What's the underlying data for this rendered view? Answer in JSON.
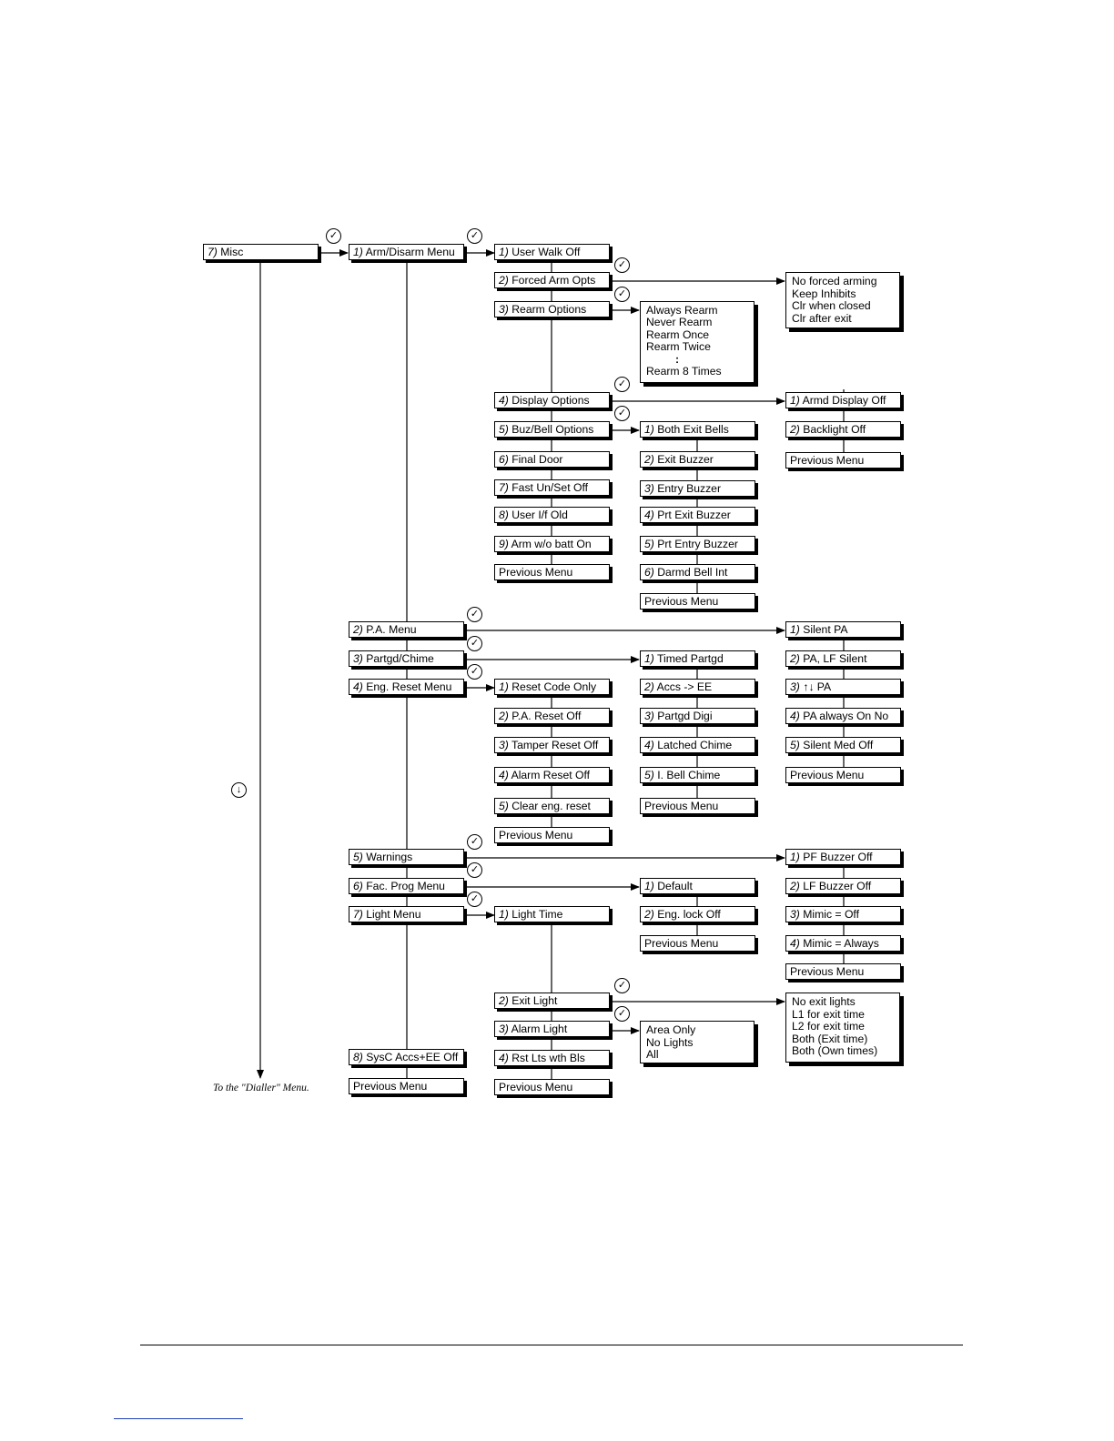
{
  "icons": {
    "check": "check-circle-icon",
    "down": "down-arrow-circle-icon",
    "check_glyph": "✓",
    "down_glyph": "↓"
  },
  "footnote": "To the \"Dialler\" Menu.",
  "boxes": [
    {
      "id": "misc",
      "n": "7)",
      "t": "Misc"
    },
    {
      "id": "arm",
      "n": "1)",
      "t": "Arm/Disarm Menu"
    },
    {
      "id": "userwalk",
      "n": "1)",
      "t": "User Walk    Off"
    },
    {
      "id": "forced",
      "n": "2)",
      "t": "Forced Arm Opts"
    },
    {
      "id": "rearm",
      "n": "3)",
      "t": "Rearm Options"
    },
    {
      "id": "display",
      "n": "4)",
      "t": "Display Options"
    },
    {
      "id": "buz",
      "n": "5)",
      "t": "Buz/Bell Options"
    },
    {
      "id": "final",
      "n": "6)",
      "t": "Final Door"
    },
    {
      "id": "fast",
      "n": "7)",
      "t": "Fast Un/Set Off"
    },
    {
      "id": "useri",
      "n": "8)",
      "t": "User I/f Old"
    },
    {
      "id": "armwo",
      "n": "9)",
      "t": "Arm w/o batt On"
    },
    {
      "id": "prev_arm",
      "n": "",
      "t": "Previous Menu"
    },
    {
      "id": "bothexit",
      "n": "1)",
      "t": "Both Exit Bells"
    },
    {
      "id": "exitbuz",
      "n": "2)",
      "t": "Exit Buzzer"
    },
    {
      "id": "entrybuz",
      "n": "3)",
      "t": "Entry Buzzer"
    },
    {
      "id": "prtexit",
      "n": "4)",
      "t": "Prt Exit Buzzer"
    },
    {
      "id": "prtentry",
      "n": "5)",
      "t": "Prt Entry Buzzer"
    },
    {
      "id": "darmd",
      "n": "6)",
      "t": "Darmd Bell Int"
    },
    {
      "id": "prev_buz",
      "n": "",
      "t": "Previous Menu"
    },
    {
      "id": "armd",
      "n": "1)",
      "t": "Armd Display Off"
    },
    {
      "id": "backlight",
      "n": "2)",
      "t": "Backlight Off"
    },
    {
      "id": "prev_disp",
      "n": "",
      "t": "Previous Menu"
    },
    {
      "id": "pa",
      "n": "2)",
      "t": "P.A. Menu"
    },
    {
      "id": "partgd",
      "n": "3)",
      "t": "Partgd/Chime"
    },
    {
      "id": "eng",
      "n": "4)",
      "t": "Eng. Reset Menu"
    },
    {
      "id": "resetcode",
      "n": "1)",
      "t": "Reset Code Only"
    },
    {
      "id": "pareset",
      "n": "2)",
      "t": "P.A. Reset Off"
    },
    {
      "id": "tamper",
      "n": "3)",
      "t": "Tamper Reset Off"
    },
    {
      "id": "alarmreset",
      "n": "4)",
      "t": "Alarm Reset Off"
    },
    {
      "id": "cleareng",
      "n": "5)",
      "t": "Clear eng. reset"
    },
    {
      "id": "prev_eng",
      "n": "",
      "t": "Previous Menu"
    },
    {
      "id": "timed",
      "n": "1)",
      "t": "Timed Partgd"
    },
    {
      "id": "accs",
      "n": "2)",
      "t": "Accs -> EE"
    },
    {
      "id": "partdigi",
      "n": "3)",
      "t": "Partgd Digi"
    },
    {
      "id": "latched",
      "n": "4)",
      "t": "Latched Chime"
    },
    {
      "id": "ibell",
      "n": "5)",
      "t": "I. Bell Chime"
    },
    {
      "id": "prev_part",
      "n": "",
      "t": "Previous Menu"
    },
    {
      "id": "silentpa",
      "n": "1)",
      "t": "Silent PA"
    },
    {
      "id": "palf",
      "n": "2)",
      "t": "PA, LF Silent"
    },
    {
      "id": "paarrows",
      "n": "3)",
      "t": "↑↓ PA"
    },
    {
      "id": "paalways",
      "n": "4)",
      "t": "PA always On No"
    },
    {
      "id": "silentmed",
      "n": "5)",
      "t": "Silent Med Off"
    },
    {
      "id": "prev_pa",
      "n": "",
      "t": "Previous Menu"
    },
    {
      "id": "warnings",
      "n": "5)",
      "t": "Warnings"
    },
    {
      "id": "facprog",
      "n": "6)",
      "t": "Fac. Prog Menu"
    },
    {
      "id": "light",
      "n": "7)",
      "t": "Light Menu"
    },
    {
      "id": "lighttime",
      "n": "1)",
      "t": "Light Time"
    },
    {
      "id": "default",
      "n": "1)",
      "t": "Default"
    },
    {
      "id": "englock",
      "n": "2)",
      "t": "Eng. lock Off"
    },
    {
      "id": "prev_fac",
      "n": "",
      "t": "Previous Menu"
    },
    {
      "id": "pfbuz",
      "n": "1)",
      "t": "PF Buzzer Off"
    },
    {
      "id": "lfbuz",
      "n": "2)",
      "t": "LF Buzzer Off"
    },
    {
      "id": "mimicoff",
      "n": "3)",
      "t": "Mimic = Off"
    },
    {
      "id": "mimicalways",
      "n": "4)",
      "t": "Mimic =  Always"
    },
    {
      "id": "prev_warn",
      "n": "",
      "t": "Previous Menu"
    },
    {
      "id": "exitlight",
      "n": "2)",
      "t": "Exit Light"
    },
    {
      "id": "alarmlight",
      "n": "3)",
      "t": "Alarm Light"
    },
    {
      "id": "rstlts",
      "n": "4)",
      "t": "Rst Lts wth Bls"
    },
    {
      "id": "prev_light",
      "n": "",
      "t": "Previous Menu"
    },
    {
      "id": "sysc",
      "n": "8)",
      "t": "SysC Accs+EE Off"
    },
    {
      "id": "prev_misc",
      "n": "",
      "t": "Previous Menu"
    }
  ],
  "lists": [
    {
      "id": "forcedlist",
      "lines": [
        "No forced arming",
        "Keep Inhibits",
        "Clr when closed",
        "Clr after exit"
      ]
    },
    {
      "id": "rearmlist",
      "lines": [
        "Always Rearm",
        "Never Rearm",
        "Rearm Once",
        "Rearm Twice",
        ":",
        "Rearm 8 Times"
      ]
    },
    {
      "id": "alarmlightlist",
      "lines": [
        "Area Only",
        "No Lights",
        "All"
      ]
    },
    {
      "id": "exitlightlist",
      "lines": [
        "No exit lights",
        "L1 for exit time",
        "L2 for exit time",
        "Both (Exit time)",
        "Both (Own times)"
      ]
    }
  ]
}
